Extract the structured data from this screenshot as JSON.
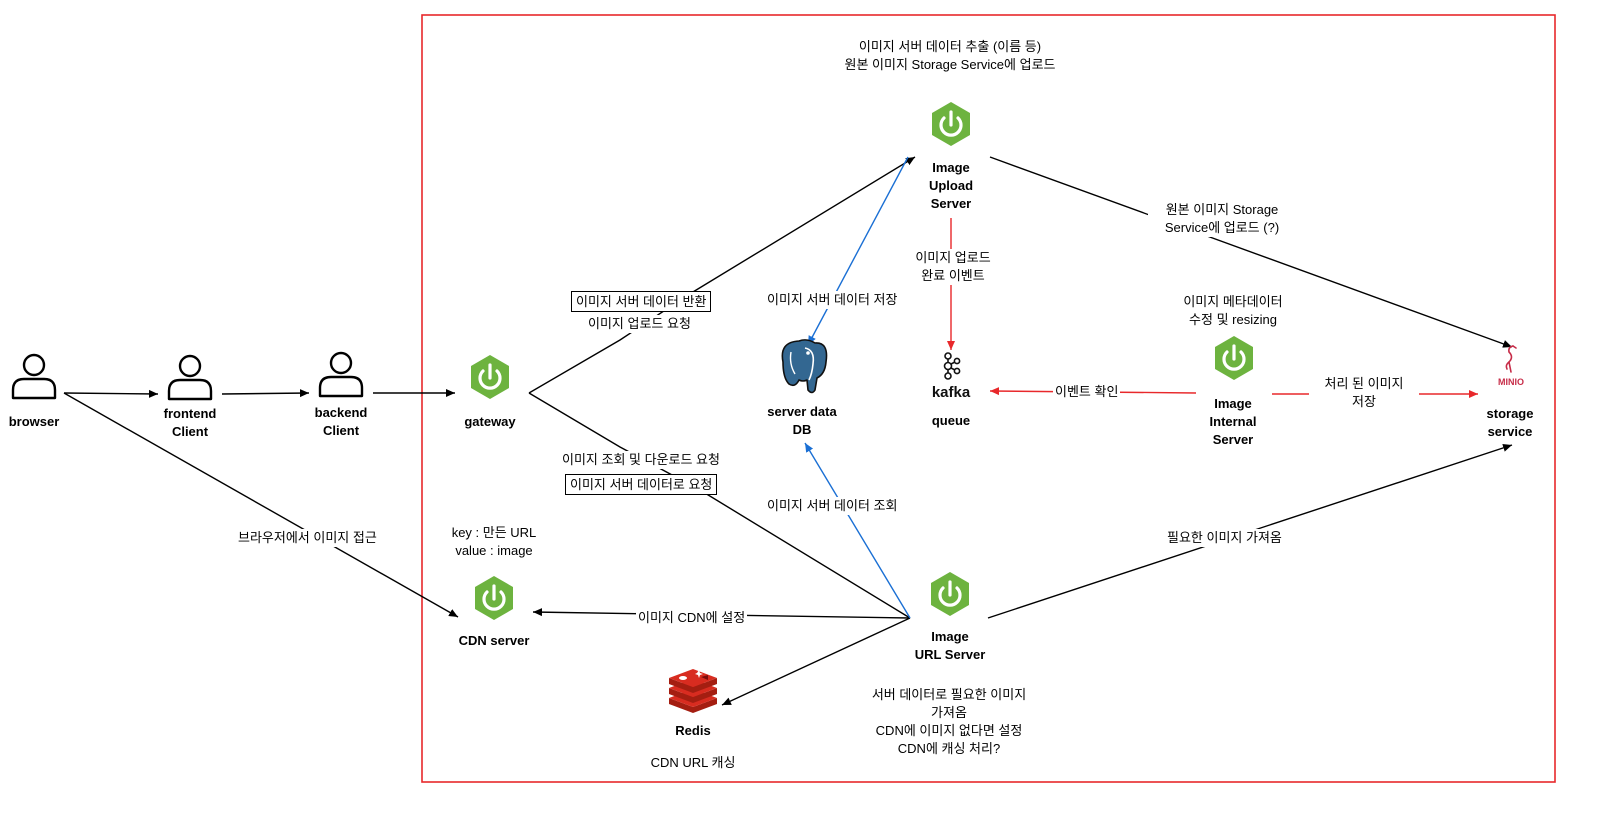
{
  "nodes": {
    "browser": "browser",
    "frontend": [
      "frontend",
      "Client"
    ],
    "backend": [
      "backend",
      "Client"
    ],
    "gateway": "gateway",
    "upload_server": [
      "Image",
      "Upload",
      "Server"
    ],
    "server_db": [
      "server data",
      "DB"
    ],
    "queue": "queue",
    "kafka_logo_text": "kafka",
    "internal_server": [
      "Image",
      "Internal",
      "Server"
    ],
    "storage": [
      "storage",
      "service"
    ],
    "minio_logo_text": "MINIO",
    "cdn_server": "CDN server",
    "url_server": [
      "Image",
      "URL Server"
    ],
    "redis": "Redis"
  },
  "notes": {
    "upload_server": [
      "이미지 서버 데이터 추출 (이름 등)",
      "원본 이미지 Storage Service에 업로드"
    ],
    "internal_server": [
      "이미지 메타데이터",
      "수정 및 resizing"
    ],
    "cdn_server": [
      "key : 만든 URL",
      "value : image"
    ],
    "url_server": [
      "서버 데이터로 필요한 이미지",
      "가져옴",
      "CDN에 이미지 없다면 설정",
      "CDN에 캐싱 처리?"
    ],
    "redis": "CDN URL 캐싱"
  },
  "edge_labels": {
    "gateway_upload_boxed": "이미지 서버 데이터 반환",
    "gateway_upload": "이미지 업로드 요청",
    "gateway_url": "이미지 조회 및 다운로드 요청",
    "gateway_url_boxed": "이미지 서버 데이터로 요청",
    "db_save": "이미지 서버 데이터 저장",
    "db_query": "이미지 서버 데이터 조회",
    "upload_complete": [
      "이미지 업로드",
      "완료 이벤트"
    ],
    "event_check": "이벤트 확인",
    "processed_save": [
      "처리 된 이미지",
      "저장"
    ],
    "original_upload": [
      "원본 이미지 Storage",
      "Service에 업로드 (?)"
    ],
    "browser_access": "브라우저에서 이미지 접근",
    "cdn_set": "이미지 CDN에 설정",
    "fetch_image": "필요한 이미지 가져옴"
  },
  "colors": {
    "frame": "#e8282b",
    "black_arrow": "#000000",
    "blue_arrow": "#1a6fd4",
    "red_arrow": "#e8282b",
    "spring_green": "#6db33f",
    "postgres_blue": "#336791",
    "redis_red": "#d82c20"
  },
  "icons": {
    "person": "person-icon",
    "spring": "spring-power-icon",
    "postgres": "postgresql-elephant-icon",
    "kafka": "kafka-icon",
    "minio": "minio-flamingo-icon",
    "redis": "redis-icon"
  }
}
